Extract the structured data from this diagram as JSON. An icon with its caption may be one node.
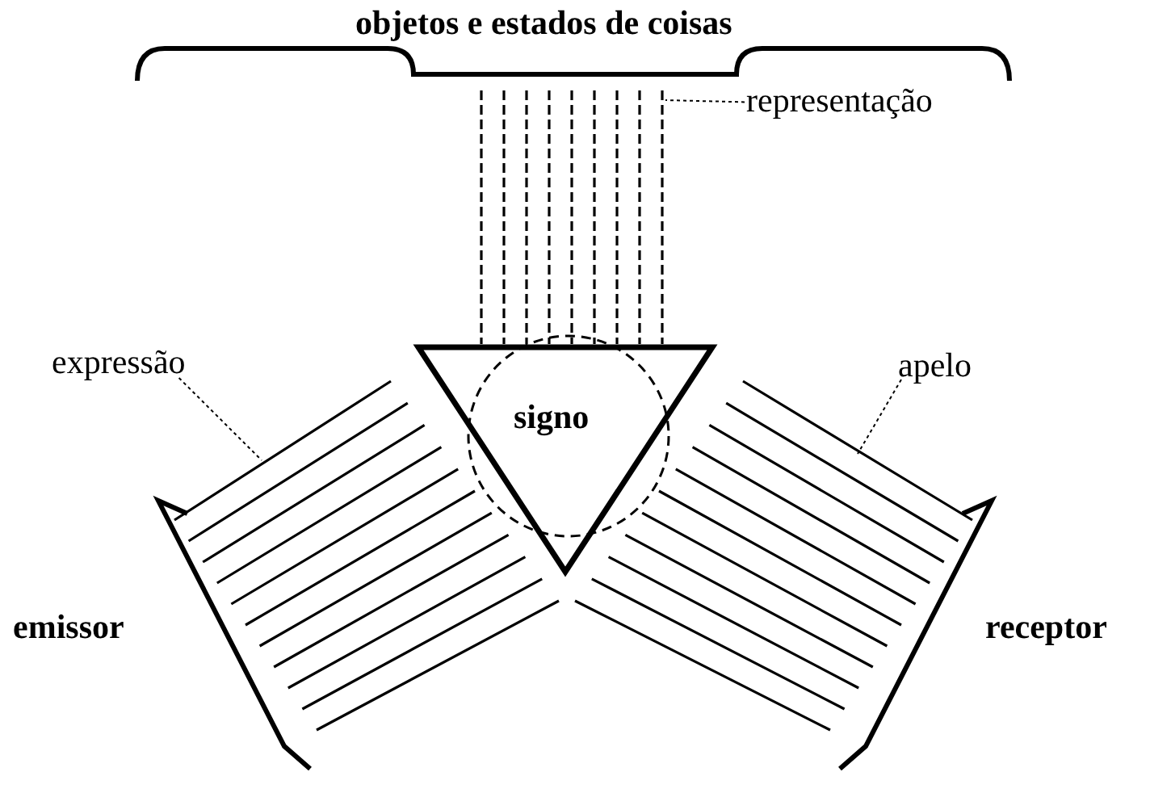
{
  "diagram": {
    "nodes": [
      {
        "text": [
          "objetos e estados de coisas"
        ]
      },
      {
        "text": [
          "signo"
        ]
      },
      {
        "text": [],
        "shape": "lines"
      },
      {
        "text": [],
        "shape": "lines"
      },
      {
        "text": [],
        "shape": "lines"
      },
      {
        "text": [
          "emissor"
        ]
      },
      {
        "text": [
          "receptor"
        ]
      },
      {
        "text": [
          "representação"
        ]
      },
      {
        "text": [
          "expressão"
        ]
      },
      {
        "text": [
          "apelo"
        ]
      }
    ],
    "edges": [
      {
        "from": 7,
        "to": 2,
        "arrow": "none",
        "style": "dashed"
      },
      {
        "from": 8,
        "to": 3,
        "arrow": "none",
        "style": "dashed"
      },
      {
        "from": 9,
        "to": 4,
        "arrow": "none",
        "style": "dashed"
      }
    ]
  }
}
